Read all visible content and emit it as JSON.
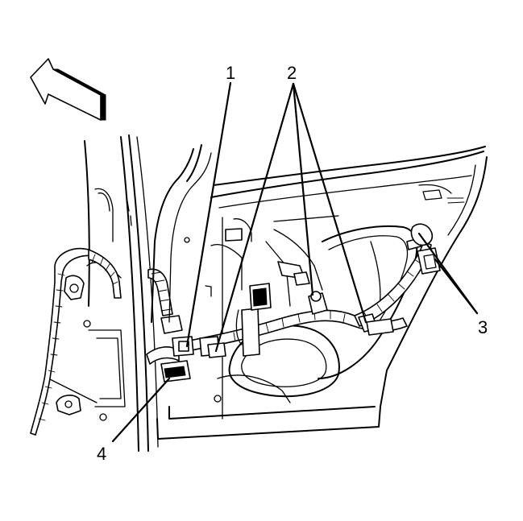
{
  "callouts": [
    {
      "id": "1",
      "label": "1"
    },
    {
      "id": "2",
      "label": "2"
    },
    {
      "id": "3",
      "label": "3"
    },
    {
      "id": "4",
      "label": "4"
    }
  ],
  "colors": {
    "line": "#000000",
    "background": "#ffffff"
  },
  "icons": {
    "direction_arrow": "forward-arrow-icon"
  }
}
